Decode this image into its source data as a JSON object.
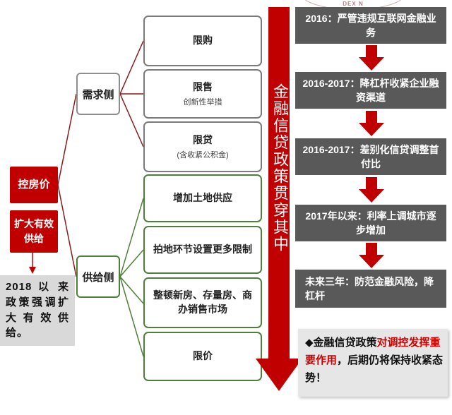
{
  "logo": {
    "text": "DEX N"
  },
  "left": {
    "control_price": "控房价",
    "expand_supply": "扩大有效供给",
    "summary": "2018 以 来政策强调扩大有效供给。"
  },
  "demand": {
    "label": "需求侧",
    "items": [
      {
        "title": "限购",
        "sub": ""
      },
      {
        "title": "限售",
        "sub": "创新性举措"
      },
      {
        "title": "限贷",
        "sub": "(含收紧公积金)"
      }
    ]
  },
  "supply": {
    "label": "供给侧",
    "items": [
      {
        "title": "增加土地供应"
      },
      {
        "title": "拍地环节设置更多限制"
      },
      {
        "title": "整顿新房、存量房、商办销售市场"
      },
      {
        "title": "限价"
      }
    ]
  },
  "big_arrow": {
    "text": "金融信贷政策贯穿其中"
  },
  "timeline": [
    "2016：严管违规互联网金融业务",
    "2016-2017：降杠杆收紧企业融资渠道",
    "2016-2017：差别化信贷调整首付比",
    "2017年以来：利率上调城市逐步增加",
    "未来三年：防范金融风险，降杠杆"
  ],
  "note": {
    "prefix": "◆金融信贷政策",
    "highlight": "对调控发挥重要作用",
    "suffix": "，后期仍将保持收紧态势！"
  },
  "colors": {
    "red": "#c00000",
    "dark_red_line": "#8b1a1a",
    "grey_step": "#595959",
    "supply_green": "#4f7f3a"
  }
}
